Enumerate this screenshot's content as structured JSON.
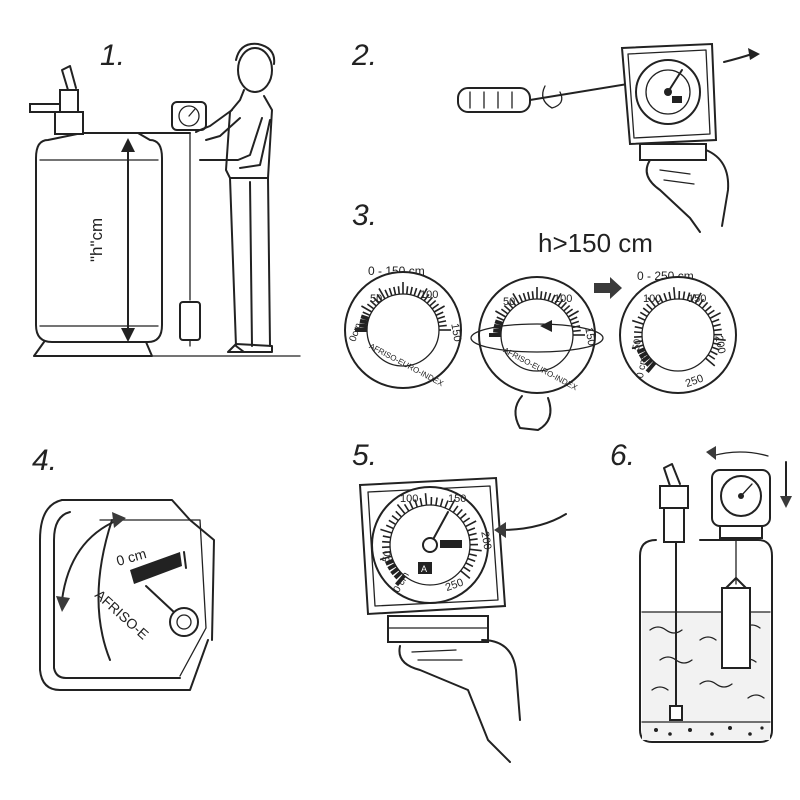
{
  "steps": [
    {
      "number": "1.",
      "height_label": "\"h\"cm"
    },
    {
      "number": "2."
    },
    {
      "number": "3.",
      "condition": "h>150 cm",
      "dial_left": {
        "range": "0 - 150 cm",
        "ticks": [
          "0cm",
          "50",
          "100",
          "150"
        ],
        "brand": "AFRISO-EURO-INDEX"
      },
      "dial_middle": {
        "ticks": [
          "50",
          "100",
          "150"
        ],
        "brand": "AFRISO-EURO-INDEX"
      },
      "dial_right": {
        "range": "0 - 250 cm",
        "ticks": [
          "0 cm",
          "50",
          "100",
          "150",
          "200",
          "250"
        ]
      }
    },
    {
      "number": "4.",
      "zero_label": "0 cm",
      "brand_partial": "AFRISO-E"
    },
    {
      "number": "5.",
      "ticks": [
        "100",
        "150",
        "200",
        "250",
        "50",
        "0 cm"
      ],
      "mark": "A"
    },
    {
      "number": "6."
    }
  ],
  "colors": {
    "ink": "#222222",
    "arrow_fill": "#3a3a3a",
    "paper": "#ffffff",
    "liquid": "#f2f2f2"
  }
}
